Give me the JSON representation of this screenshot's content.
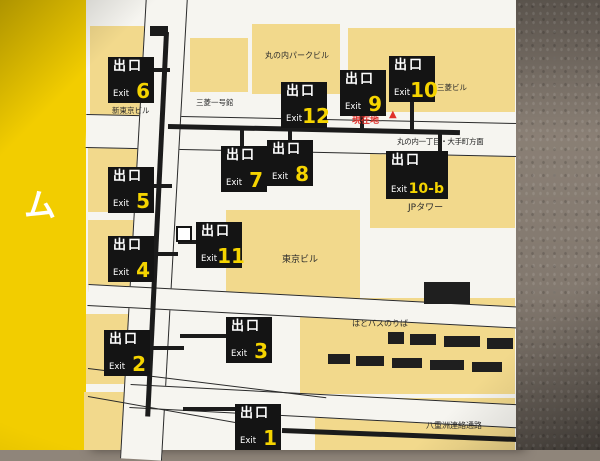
{
  "photo": {
    "left_strip_text": "ム"
  },
  "labels": {
    "exit_jp": "出口",
    "exit_en": "Exit",
    "current_location": "現在地",
    "current_location_marker": "▲",
    "direction_note": "丸の内一丁目・大手町方面"
  },
  "exits": {
    "e1": {
      "number": "1"
    },
    "e2": {
      "number": "2"
    },
    "e3": {
      "number": "3"
    },
    "e4": {
      "number": "4"
    },
    "e5": {
      "number": "5"
    },
    "e6": {
      "number": "6"
    },
    "e7": {
      "number": "7"
    },
    "e8": {
      "number": "8"
    },
    "e9": {
      "number": "9"
    },
    "e10": {
      "number": "10"
    },
    "e10b": {
      "number": "10-b"
    },
    "e11": {
      "number": "11"
    },
    "e12": {
      "number": "12"
    }
  },
  "buildings": {
    "marunouchi_park": "丸の内パークビル",
    "mitsubishi_ichigokan": "三菱一号館",
    "shin_tokyo": "新東京ビル",
    "mitsubishi": "三菱ビル",
    "jp_tower": "JPタワー",
    "tokyo_building": "東京ビル",
    "hato_bus": "はとバスのりば",
    "yaesu_passage": "八重洲連絡通路"
  },
  "colors": {
    "strip_yellow": "#f2cd00",
    "building_yellow": "#f2d98c",
    "exit_number_yellow": "#f5d400",
    "badge_black": "#141414",
    "current_location_red": "#e0302a",
    "wall_gray": "#91867b",
    "map_white": "#f6f5f0"
  }
}
